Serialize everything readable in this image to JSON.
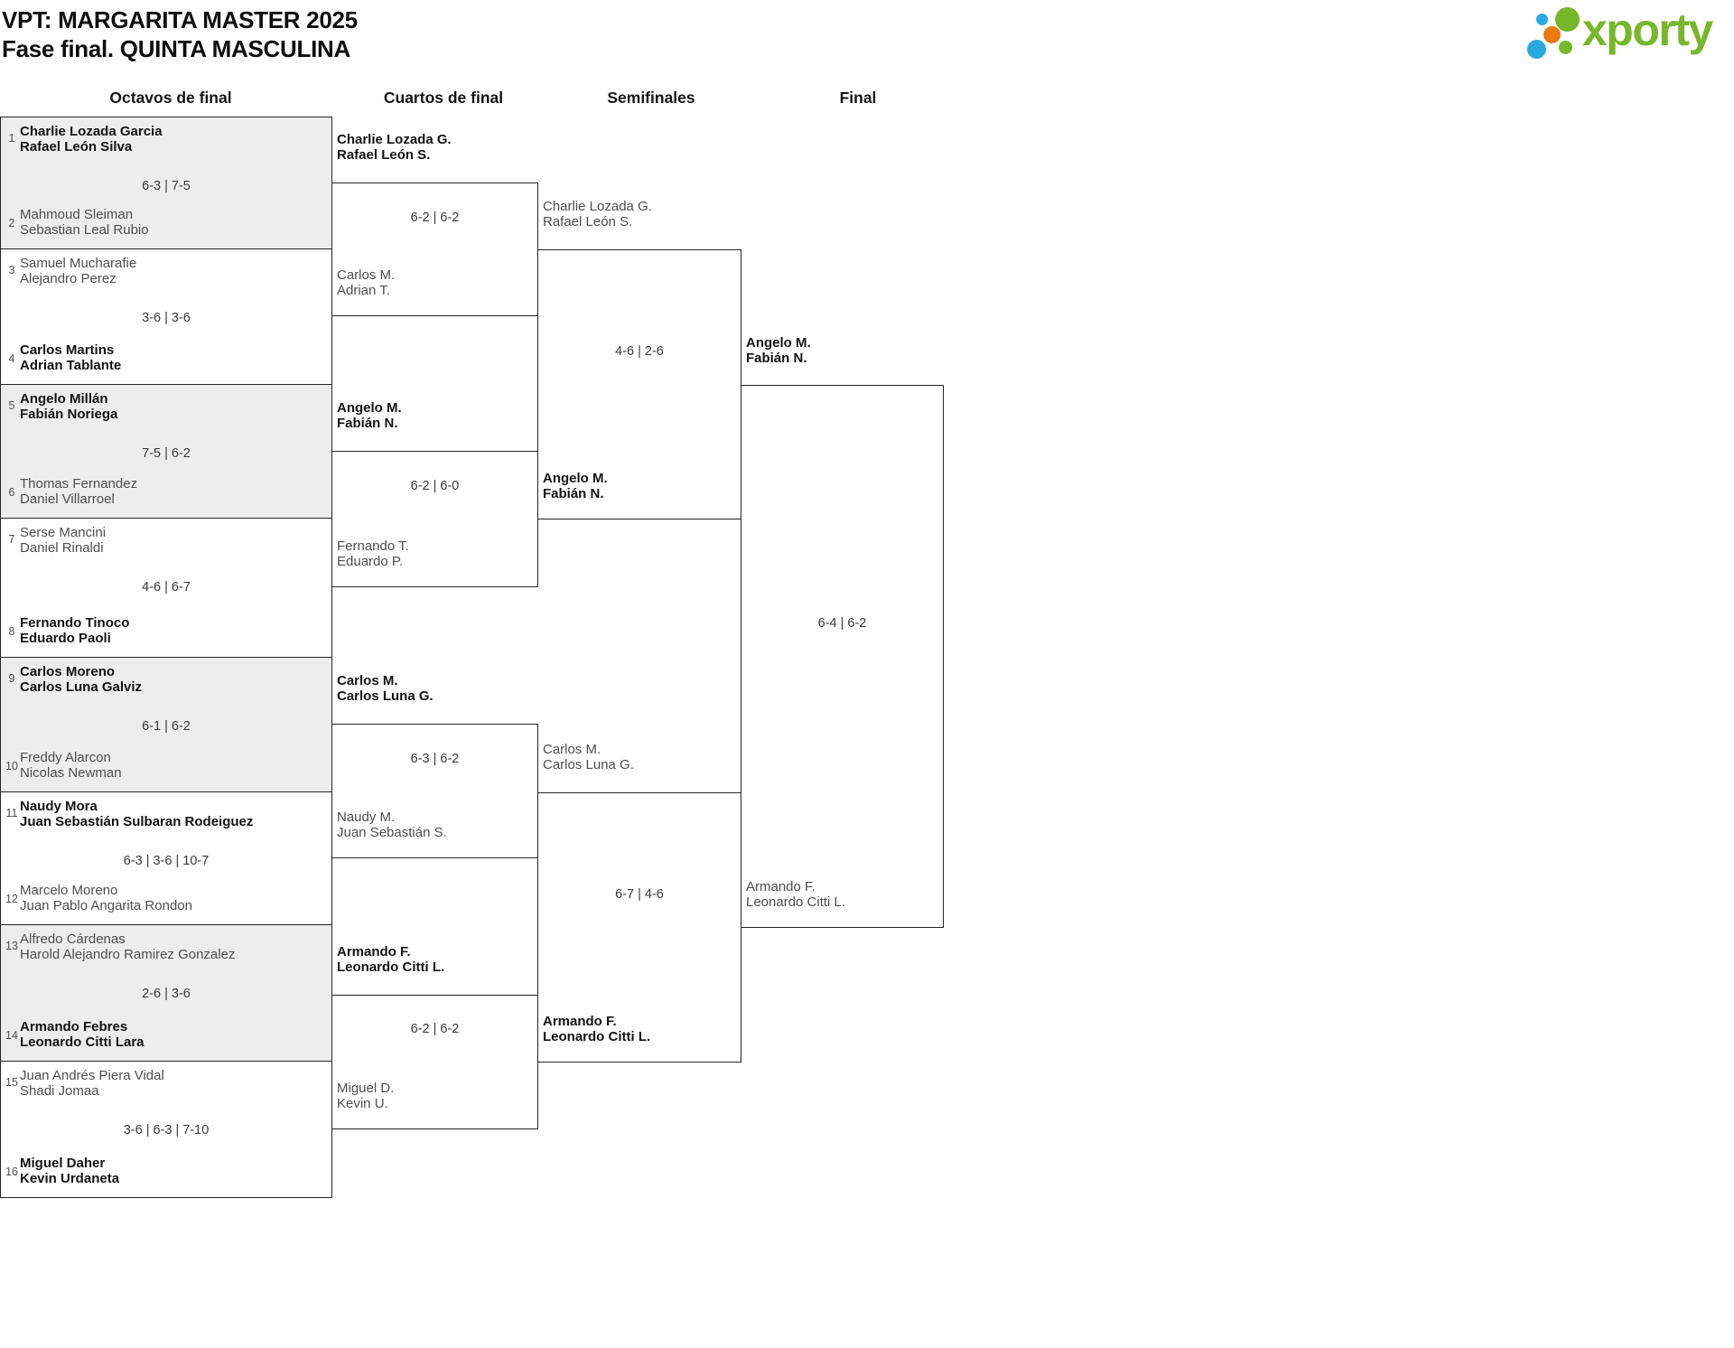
{
  "header": {
    "title_line1": "VPT: MARGARITA MASTER 2025",
    "title_line2": "Fase final. QUINTA MASCULINA"
  },
  "logo": {
    "text": "xporty",
    "green": "#76b82a",
    "blue": "#2aa9e0",
    "orange": "#e8790f"
  },
  "round_headers": [
    "Octavos de final",
    "Cuartos de final",
    "Semifinales",
    "Final"
  ],
  "r16": [
    {
      "top_seed": "1",
      "top1": "Charlie Lozada Garcia",
      "top2": "Rafael León Silva",
      "top_winner": true,
      "score": "6-3 | 7-5",
      "bottom_seed": "2",
      "bot1": "Mahmoud Sleiman",
      "bot2": "Sebastian Leal Rubio",
      "bottom_winner": false
    },
    {
      "top_seed": "3",
      "top1": "Samuel Mucharafie",
      "top2": "Alejandro Perez",
      "top_winner": false,
      "score": "3-6 | 3-6",
      "bottom_seed": "4",
      "bot1": "Carlos Martins",
      "bot2": "Adrian Tablante",
      "bottom_winner": true
    },
    {
      "top_seed": "5",
      "top1": "Angelo Millán",
      "top2": "Fabián Noriega",
      "top_winner": true,
      "score": "7-5 | 6-2",
      "bottom_seed": "6",
      "bot1": "Thomas Fernandez",
      "bot2": "Daniel Villarroel",
      "bottom_winner": false
    },
    {
      "top_seed": "7",
      "top1": "Serse Mancini",
      "top2": "Daniel Rinaldi",
      "top_winner": false,
      "score": "4-6 | 6-7",
      "bottom_seed": "8",
      "bot1": "Fernando Tinoco",
      "bot2": "Eduardo Paoli",
      "bottom_winner": true
    },
    {
      "top_seed": "9",
      "top1": "Carlos Moreno",
      "top2": "Carlos Luna Galviz",
      "top_winner": true,
      "score": "6-1 | 6-2",
      "bottom_seed": "10",
      "bot1": "Freddy Alarcon",
      "bot2": "Nicolas Newman",
      "bottom_winner": false
    },
    {
      "top_seed": "11",
      "top1": "Naudy Mora",
      "top2": "Juan Sebastián Sulbaran Rodeiguez",
      "top_winner": true,
      "score": "6-3 | 3-6 | 10-7",
      "bottom_seed": "12",
      "bot1": "Marcelo Moreno",
      "bot2": "Juan Pablo Angarita Rondon",
      "bottom_winner": false
    },
    {
      "top_seed": "13",
      "top1": "Alfredo Cárdenas",
      "top2": "Harold Alejandro Ramirez Gonzalez",
      "top_winner": false,
      "score": "2-6 | 3-6",
      "bottom_seed": "14",
      "bot1": "Armando Febres",
      "bot2": "Leonardo Citti Lara",
      "bottom_winner": true
    },
    {
      "top_seed": "15",
      "top1": "Juan Andrés Piera Vidal",
      "top2": "Shadi Jomaa",
      "top_winner": false,
      "score": "3-6 | 6-3 | 7-10",
      "bottom_seed": "16",
      "bot1": "Miguel Daher",
      "bot2": "Kevin Urdaneta",
      "bottom_winner": true
    }
  ],
  "qf": [
    {
      "top1": "Charlie Lozada G.",
      "top2": "Rafael León S.",
      "top_winner": true,
      "score": "6-2 | 6-2",
      "bot1": "Carlos M.",
      "bot2": "Adrian T.",
      "bottom_winner": false
    },
    {
      "top1": "Angelo M.",
      "top2": "Fabián N.",
      "top_winner": true,
      "score": "6-2 | 6-0",
      "bot1": "Fernando T.",
      "bot2": "Eduardo P.",
      "bottom_winner": false
    },
    {
      "top1": "Carlos M.",
      "top2": "Carlos Luna G.",
      "top_winner": true,
      "score": "6-3 | 6-2",
      "bot1": "Naudy M.",
      "bot2": "Juan Sebastián S.",
      "bottom_winner": false
    },
    {
      "top1": "Armando F.",
      "top2": "Leonardo Citti L.",
      "top_winner": true,
      "score": "6-2 | 6-2",
      "bot1": "Miguel D.",
      "bot2": "Kevin U.",
      "bottom_winner": false
    }
  ],
  "sf": [
    {
      "top1": "Charlie Lozada G.",
      "top2": "Rafael León S.",
      "top_winner": false,
      "score": "4-6 | 2-6",
      "bot1": "Angelo M.",
      "bot2": "Fabián N.",
      "bottom_winner": true
    },
    {
      "top1": "Carlos M.",
      "top2": "Carlos Luna G.",
      "top_winner": false,
      "score": "6-7 | 4-6",
      "bot1": "Armando F.",
      "bot2": "Leonardo Citti L.",
      "bottom_winner": true
    }
  ],
  "final": {
    "top1": "Angelo M.",
    "top2": "Fabián N.",
    "top_winner": true,
    "score": "6-4 | 6-2",
    "bot1": "Armando F.",
    "bot2": "Leonardo Citti L.",
    "bottom_winner": false
  }
}
